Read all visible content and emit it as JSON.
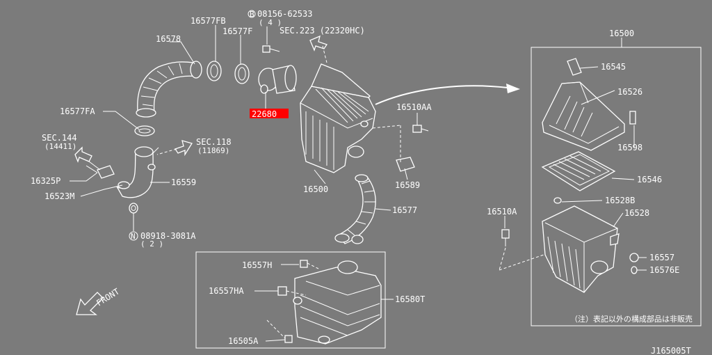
{
  "diagram": {
    "labels": {
      "p16578": "16578",
      "p16577FB": "16577FB",
      "p16577F": "16577F",
      "b08156": "08156-62533",
      "b08156_qty": "( 4 )",
      "b_circle": "B",
      "sec223": "SEC.223 (22320HC)",
      "p16577FA": "16577FA",
      "sec144": "SEC.144",
      "sec144_sub": "(14411)",
      "sec118": "SEC.118",
      "sec118_sub": "(11869)",
      "p16325P": "16325P",
      "p16523M": "16523M",
      "p16559": "16559",
      "n08918": "08918-3081A",
      "n08918_qty": "( 2 )",
      "n_circle": "N",
      "p22680": "22680",
      "p16500_center": "16500",
      "p16510AA": "16510AA",
      "p16589": "16589",
      "p16577": "16577",
      "p16557H": "16557H",
      "p16557HA": "16557HA",
      "p16580T": "16580T",
      "p16505A": "16505A",
      "front": "FRONT",
      "p16500_box": "16500",
      "p16545": "16545",
      "p16526": "16526",
      "p16598": "16598",
      "p16546": "16546",
      "p16528B": "16528B",
      "p16528": "16528",
      "p16510A": "16510A",
      "p16557": "16557",
      "p16576E": "16576E",
      "note": "（注）表記以外の構成部品は非販売",
      "diagram_id": "J165005T"
    },
    "colors": {
      "background": "#7b7b7b",
      "ink": "#ffffff",
      "highlight": "#ff0000"
    }
  }
}
